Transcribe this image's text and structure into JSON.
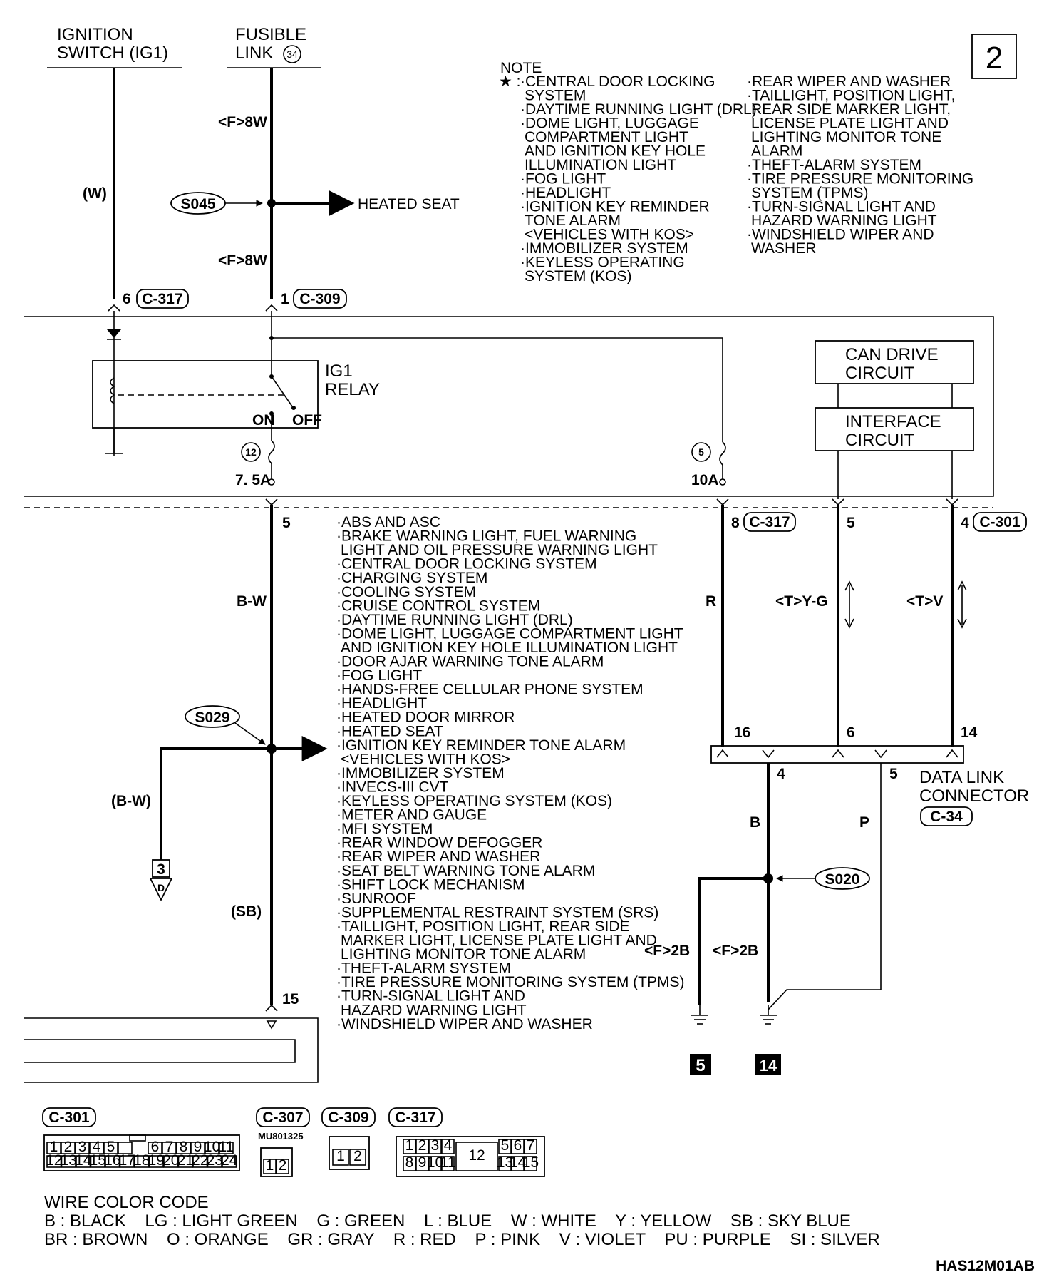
{
  "page_number": "2",
  "top_sources": {
    "ignition_switch": [
      "IGNITION",
      "SWITCH (IG1)"
    ],
    "fusible_link": [
      "FUSIBLE",
      "LINK"
    ],
    "fusible_link_num": "34"
  },
  "wire_labels": {
    "w": "(W)",
    "f8w_1": "<F>8W",
    "f8w_2": "<F>8W",
    "bw": "B-W",
    "bw_paren": "(B-W)",
    "sb": "(SB)",
    "r": "R",
    "tyg": "<T>Y-G",
    "tv": "<T>V",
    "b": "B",
    "p": "P",
    "f2b_1": "<F>2B",
    "f2b_2": "<F>2B"
  },
  "splices": {
    "s045": "S045",
    "s029": "S029",
    "s020": "S020"
  },
  "heated_seat": "HEATED SEAT",
  "connectors": {
    "c317_top": {
      "pin": "6",
      "name": "C-317"
    },
    "c309_top": {
      "pin": "1",
      "name": "C-309"
    },
    "c317_mid": {
      "pin": "8",
      "name": "C-317"
    },
    "pin5": "5",
    "c301_mid": {
      "pin": "4",
      "name": "C-301"
    },
    "pin5_left": "5",
    "pin15": "15"
  },
  "relay": {
    "label": [
      "IG1",
      "RELAY"
    ],
    "on": "ON",
    "off": "OFF"
  },
  "fuses": {
    "f12": {
      "num": "12",
      "amp": "7. 5A"
    },
    "f5": {
      "num": "5",
      "amp": "10A"
    }
  },
  "can_drive": [
    "CAN DRIVE",
    "CIRCUIT"
  ],
  "interface": [
    "INTERFACE",
    "CIRCUIT"
  ],
  "data_link": {
    "pins_top": [
      "16",
      "6",
      "14"
    ],
    "pins_bottom": [
      "4",
      "5"
    ],
    "label": [
      "DATA LINK",
      "CONNECTOR"
    ],
    "name": "C-34"
  },
  "ground_refs": {
    "gnd_d_num": "3",
    "gnd_d_letter": "D",
    "g5": "5",
    "g14": "14"
  },
  "note": {
    "title": "NOTE",
    "star": "★ :",
    "col1": [
      "·CENTRAL DOOR LOCKING",
      "SYSTEM",
      "·DAYTIME RUNNING LIGHT (DRL)",
      "·DOME LIGHT, LUGGAGE",
      "COMPARTMENT LIGHT",
      "AND IGNITION KEY HOLE",
      "ILLUMINATION LIGHT",
      "·FOG LIGHT",
      "·HEADLIGHT",
      "·IGNITION KEY REMINDER",
      "TONE ALARM",
      "<VEHICLES WITH KOS>",
      "·IMMOBILIZER SYSTEM",
      "·KEYLESS OPERATING",
      "SYSTEM (KOS)"
    ],
    "col2": [
      "·REAR WIPER AND WASHER",
      "·TAILLIGHT, POSITION LIGHT,",
      "REAR SIDE MARKER LIGHT,",
      "LICENSE PLATE LIGHT AND",
      "LIGHTING MONITOR TONE",
      "ALARM",
      "·THEFT-ALARM SYSTEM",
      "·TIRE PRESSURE MONITORING",
      "SYSTEM (TPMS)",
      "·TURN-SIGNAL LIGHT AND",
      "HAZARD WARNING LIGHT",
      "·WINDSHIELD WIPER AND",
      "WASHER"
    ]
  },
  "systems_list": [
    "·ABS AND ASC",
    "·BRAKE WARNING LIGHT, FUEL WARNING",
    "LIGHT AND OIL PRESSURE WARNING LIGHT",
    "·CENTRAL DOOR LOCKING SYSTEM",
    "·CHARGING SYSTEM",
    "·COOLING SYSTEM",
    "·CRUISE CONTROL SYSTEM",
    "·DAYTIME RUNNING LIGHT (DRL)",
    "·DOME LIGHT, LUGGAGE COMPARTMENT LIGHT",
    "AND IGNITION KEY HOLE ILLUMINATION LIGHT",
    "·DOOR AJAR WARNING TONE ALARM",
    "·FOG LIGHT",
    "·HANDS-FREE CELLULAR PHONE SYSTEM",
    "·HEADLIGHT",
    "·HEATED DOOR MIRROR",
    "·HEATED SEAT",
    "·IGNITION KEY REMINDER TONE ALARM",
    "<VEHICLES WITH KOS>",
    "·IMMOBILIZER SYSTEM",
    "·INVECS-III CVT",
    "·KEYLESS OPERATING SYSTEM (KOS)",
    "·METER AND GAUGE",
    "·MFI SYSTEM",
    "·REAR WINDOW DEFOGGER",
    "·REAR WIPER AND WASHER",
    "·SEAT BELT WARNING TONE ALARM",
    "·SHIFT LOCK MECHANISM",
    "·SUNROOF",
    "·SUPPLEMENTAL RESTRAINT SYSTEM (SRS)",
    "·TAILLIGHT, POSITION LIGHT, REAR SIDE",
    "MARKER LIGHT, LICENSE PLATE LIGHT AND",
    "LIGHTING MONITOR TONE ALARM",
    "·THEFT-ALARM SYSTEM",
    "·TIRE PRESSURE MONITORING SYSTEM (TPMS)",
    "·TURN-SIGNAL LIGHT AND",
    "HAZARD WARNING LIGHT",
    "·WINDSHIELD WIPER AND WASHER"
  ],
  "connector_views": {
    "c301": {
      "name": "C-301",
      "row1": [
        "1",
        "2",
        "3",
        "4",
        "5",
        "",
        "6",
        "7",
        "8",
        "9",
        "10",
        "11"
      ],
      "row2": [
        "12",
        "13",
        "14",
        "15",
        "16",
        "17",
        "18",
        "19",
        "20",
        "21",
        "22",
        "23",
        "24"
      ]
    },
    "c307": {
      "name": "C-307",
      "part": "MU801325",
      "pins": [
        "1",
        "2"
      ]
    },
    "c309": {
      "name": "C-309",
      "pins": [
        "1",
        "2"
      ]
    },
    "c317": {
      "name": "C-317",
      "row1": [
        "1",
        "2",
        "3",
        "4",
        "5",
        "6",
        "7"
      ],
      "row2": [
        "8",
        "9",
        "10",
        "11",
        "12",
        "13",
        "14",
        "15"
      ]
    }
  },
  "wire_color_code": {
    "title": "WIRE COLOR CODE",
    "line1": "B : BLACK    LG : LIGHT GREEN    G : GREEN    L : BLUE    W : WHITE    Y : YELLOW    SB : SKY BLUE",
    "line2": "BR : BROWN    O : ORANGE    GR : GRAY    R : RED    P : PINK    V : VIOLET    PU : PURPLE    SI : SILVER"
  },
  "drawing_code": "HAS12M01AB"
}
